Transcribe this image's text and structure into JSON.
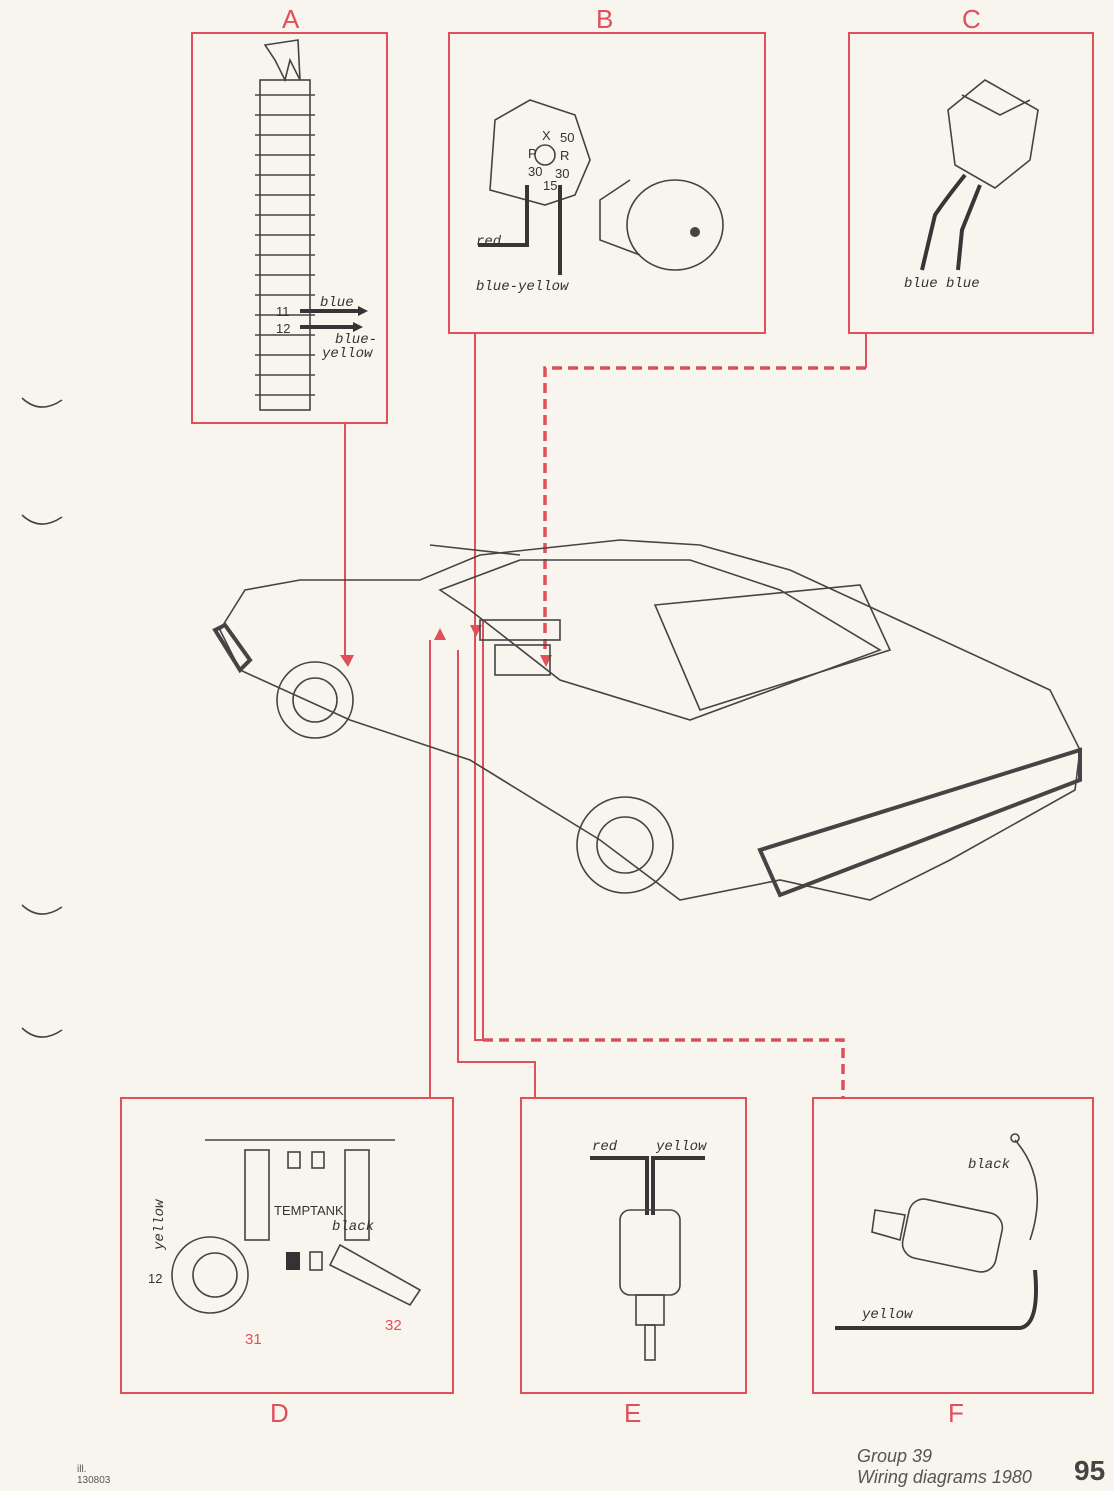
{
  "panels": {
    "A": {
      "letter": "A",
      "wire1": "blue",
      "wire2a": "blue-",
      "wire2b": "yellow",
      "pin1": "11",
      "pin2": "12"
    },
    "B": {
      "letter": "B",
      "wire1": "red",
      "wire2": "blue-yellow",
      "terminals": [
        "X",
        "50",
        "P",
        "R",
        "30",
        "30",
        "15"
      ]
    },
    "C": {
      "letter": "C",
      "wires": "blue blue"
    },
    "D": {
      "letter": "D",
      "wire1": "yellow",
      "wire2": "black",
      "pin": "12",
      "gauge1": "TEMP",
      "gauge2": "TANK",
      "conn1": "31",
      "conn2": "32"
    },
    "E": {
      "letter": "E",
      "wire1": "red",
      "wire2": "yellow"
    },
    "F": {
      "letter": "F",
      "wire1": "black",
      "wire2": "yellow"
    }
  },
  "footer": {
    "ill_label": "ill.",
    "ill_number": "130803",
    "group": "Group 39",
    "section": "Wiring diagrams 1980",
    "page_number": "95"
  },
  "colors": {
    "accent": "#e0505a",
    "paper": "#f8f5ee",
    "ink": "#3a3436"
  }
}
